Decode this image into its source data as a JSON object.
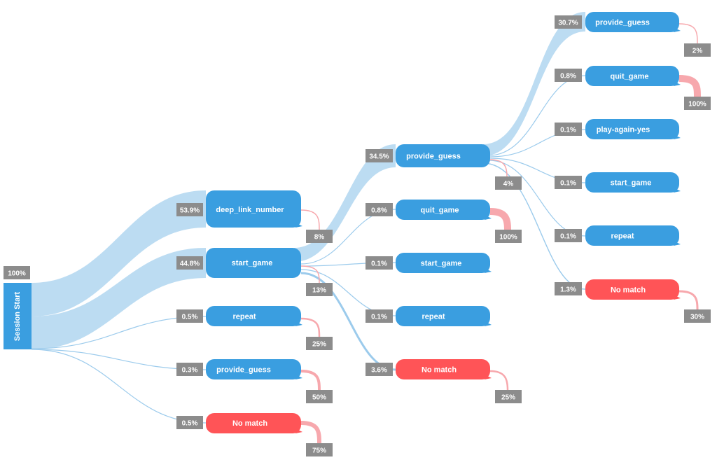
{
  "colors": {
    "node": "#3a9ee0",
    "no_match": "#ff5457",
    "flow": "#bcdcf2",
    "flow_line": "#9ccbec",
    "exit": "#f7a8ad",
    "badge": "#8c8c8c"
  },
  "start": {
    "label": "Session Start",
    "pct": "100%"
  },
  "col1": [
    {
      "label": "deep_link_number",
      "pct": "53.9%",
      "exit": "8%"
    },
    {
      "label": "start_game",
      "pct": "44.8%",
      "exit": "13%"
    },
    {
      "label": "repeat",
      "pct": "0.5%",
      "exit": "25%"
    },
    {
      "label": "provide_guess",
      "pct": "0.3%",
      "exit": "50%"
    },
    {
      "label": "No match",
      "pct": "0.5%",
      "exit": "75%"
    }
  ],
  "col2": [
    {
      "label": "provide_guess",
      "pct": "34.5%",
      "exit": "4%"
    },
    {
      "label": "quit_game",
      "pct": "0.8%",
      "exit": "100%"
    },
    {
      "label": "start_game",
      "pct": "0.1%"
    },
    {
      "label": "repeat",
      "pct": "0.1%"
    },
    {
      "label": "No match",
      "pct": "3.6%",
      "exit": "25%"
    }
  ],
  "col3": [
    {
      "label": "provide_guess",
      "pct": "30.7%",
      "exit": "2%"
    },
    {
      "label": "quit_game",
      "pct": "0.8%",
      "exit": "100%"
    },
    {
      "label": "play-again-yes",
      "pct": "0.1%"
    },
    {
      "label": "start_game",
      "pct": "0.1%"
    },
    {
      "label": "repeat",
      "pct": "0.1%"
    },
    {
      "label": "No match",
      "pct": "1.3%",
      "exit": "30%"
    }
  ]
}
